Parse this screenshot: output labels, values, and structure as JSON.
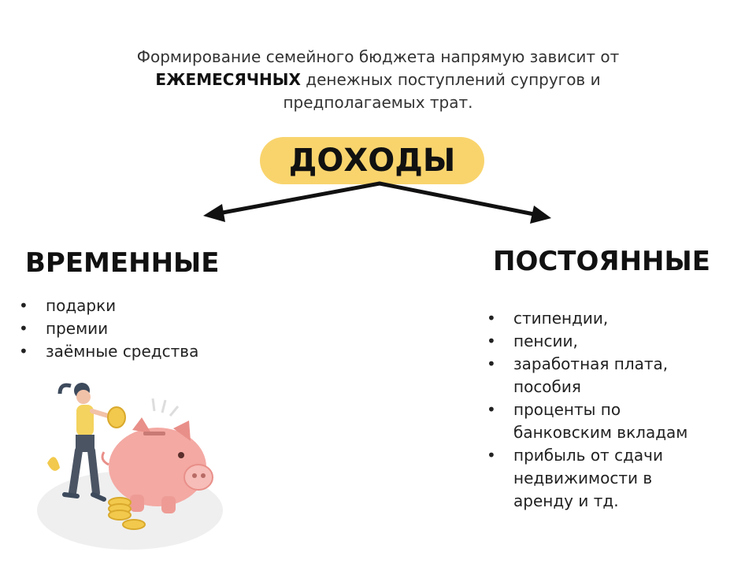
{
  "intro": {
    "line1": "Формирование семейного бюджета напрямую зависит от",
    "line2_bold": "ЕЖЕМЕСЯЧНЫХ",
    "line2_rest": " денежных поступлений супругов и",
    "line3": "предполагаемых трат."
  },
  "center": {
    "label": "ДОХОДЫ"
  },
  "temporary": {
    "title": "ВРЕМЕННЫЕ",
    "items": [
      "подарки",
      "премии",
      "заёмные средства"
    ]
  },
  "permanent": {
    "title": "ПОСТОЯННЫЕ",
    "items": [
      {
        "line1": "стипендии,",
        "line2": ""
      },
      {
        "line1": "пенсии,",
        "line2": ""
      },
      {
        "line1": "заработная плата,",
        "line2": "пособия"
      },
      {
        "line1": "проценты по",
        "line2": "банковским вкладам"
      },
      {
        "line1": "прибыль от сдачи",
        "line2": "недвижимости в",
        "line3": "аренду и тд."
      }
    ]
  },
  "bullet": "•",
  "colors": {
    "pill": "#f9d46d",
    "arrow": "#111111",
    "pig": "#f4a9a3",
    "coin": "#f2c94c",
    "woman_shirt": "#f4d35e"
  },
  "illustration": {
    "icon": "piggy-bank-with-woman-icon"
  }
}
